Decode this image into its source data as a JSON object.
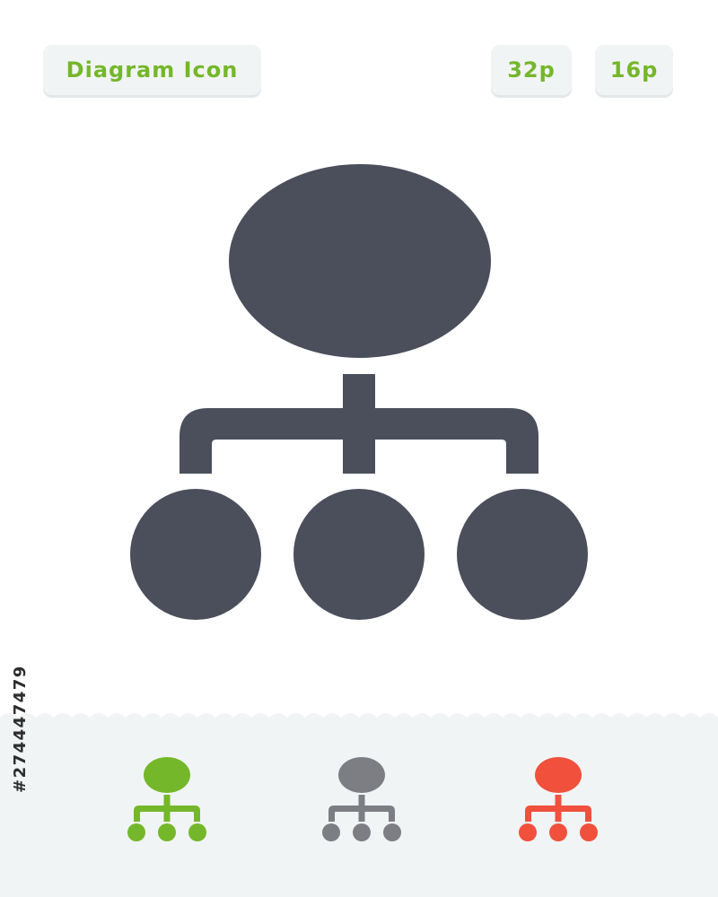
{
  "header": {
    "title": "Diagram Icon",
    "size_large": "32p",
    "size_small": "16p"
  },
  "icon": {
    "name": "hierarchy-diagram-icon",
    "main_color": "#4b4f5c",
    "variants": [
      {
        "name": "green",
        "color": "#74b72a"
      },
      {
        "name": "gray",
        "color": "#7d7e84"
      },
      {
        "name": "red",
        "color": "#f0503c"
      }
    ]
  },
  "colors": {
    "accent": "#74b72a",
    "pill_background": "#f1f4f5",
    "bottom_band": "#f1f4f5"
  },
  "stock_id": "#274447479"
}
